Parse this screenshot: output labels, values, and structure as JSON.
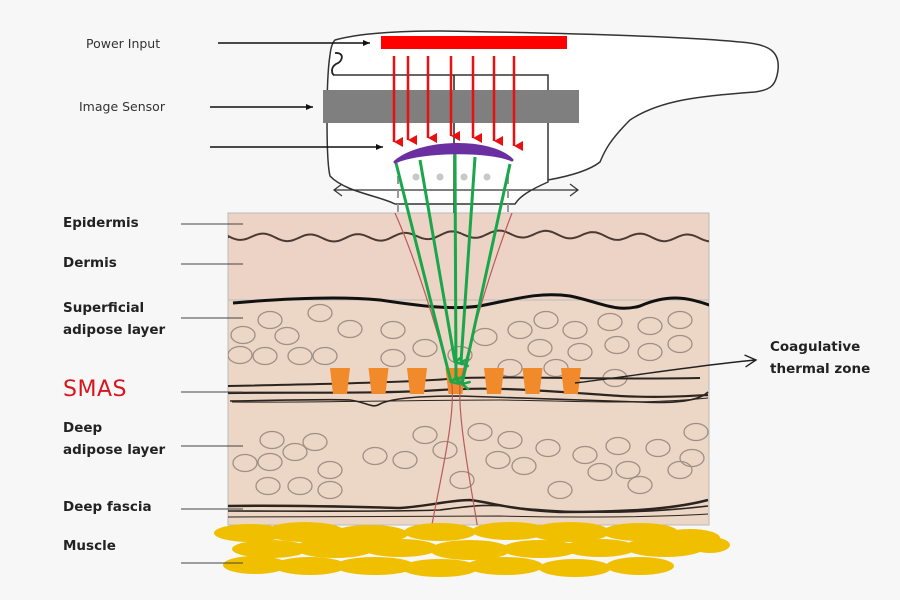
{
  "diagram": {
    "title": "HIFU transducer cross-section through skin layers",
    "device_labels": {
      "power_input": "Power Input",
      "image_sensor": "Image Sensor"
    },
    "layer_labels": {
      "epidermis": "Epidermis",
      "dermis": "Dermis",
      "superficial_adipose_line1": "Superficial",
      "superficial_adipose_line2": "adipose layer",
      "smas": "SMAS",
      "deep_adipose_line1": "Deep",
      "deep_adipose_line2": "adipose layer",
      "deep_fascia": "Deep fascia",
      "muscle": "Muscle"
    },
    "annotation": {
      "coagulative_line1": "Coagulative",
      "coagulative_line2": "thermal zone"
    },
    "colors": {
      "power_bar": "#ff0000",
      "energy_arrows": "#e81010",
      "image_sensor": "#7f7f7f",
      "transducer_lens": "#6a2fa0",
      "focus_beams": "#1aa64a",
      "thermal_zone": "#f08a2a",
      "skin": "#ecd3c6",
      "fat": "#ecd6c6",
      "muscle": "#f0c000",
      "smas_text": "#d9141e"
    },
    "thermal_zone_count": 7
  }
}
